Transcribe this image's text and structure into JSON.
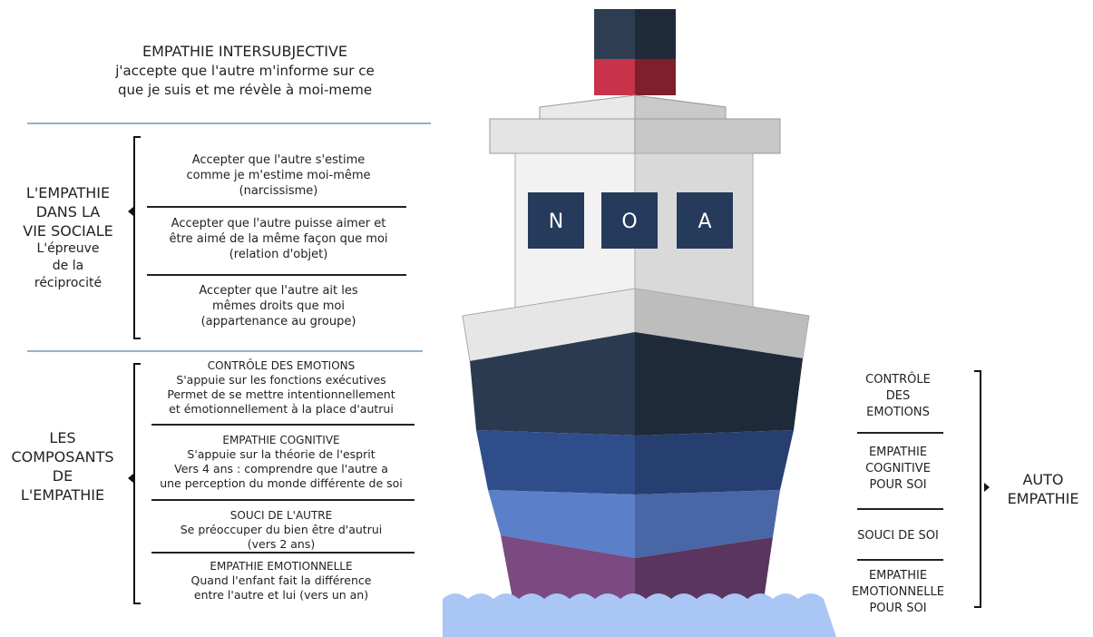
{
  "top": {
    "title": "EMPATHIE INTERSUBJECTIVE",
    "subtitle_line1": "j'accepte que l'autre m'informe sur ce",
    "subtitle_line2": "que je suis et me révèle à moi-meme"
  },
  "social": {
    "label_lines": [
      "L'EMPATHIE",
      "DANS LA",
      "VIE SOCIALE"
    ],
    "sub_lines": [
      "L'épreuve",
      "de la",
      "réciprocité"
    ],
    "items": [
      {
        "lines": [
          "Accepter que l'autre s'estime",
          "comme je m'estime moi-même",
          "(narcissisme)"
        ]
      },
      {
        "lines": [
          "Accepter que l'autre puisse aimer et",
          "être aimé de la même façon que moi",
          "(relation d'objet)"
        ]
      },
      {
        "lines": [
          "Accepter que l'autre ait les",
          "mêmes droits que moi",
          "(appartenance au groupe)"
        ]
      }
    ]
  },
  "components": {
    "label_lines": [
      "LES",
      "COMPOSANTS",
      "DE",
      "L'EMPATHIE"
    ],
    "items": [
      {
        "head": "CONTRÔLE DES EMOTIONS",
        "lines": [
          "S'appuie sur les fonctions exécutives",
          "Permet de se mettre intentionnellement",
          "et émotionnellement à la place d'autrui"
        ]
      },
      {
        "head": "EMPATHIE COGNITIVE",
        "lines": [
          "S'appuie sur la théorie de l'esprit",
          "Vers 4 ans : comprendre que l'autre a",
          "une perception du monde différente de soi"
        ]
      },
      {
        "head": "SOUCI DE L'AUTRE",
        "lines": [
          "Se préoccuper du bien être d'autrui",
          "(vers 2 ans)"
        ]
      },
      {
        "head": "EMPATHIE EMOTIONNELLE",
        "lines": [
          "Quand l'enfant fait la différence",
          "entre l'autre et lui (vers un an)"
        ]
      }
    ]
  },
  "ship": {
    "letters": [
      "N",
      "O",
      "A"
    ],
    "colors": {
      "funnel_dark": "#263447",
      "funnel_red": "#c8334a",
      "hull_navy": "#263447",
      "band_blue": "#2f4d8a",
      "band_light_blue": "#5b7fc8",
      "band_purple": "#7a4a80",
      "water": "#a9c6f5",
      "window": "#263a5c"
    }
  },
  "auto": {
    "items": [
      {
        "lines": [
          "CONTRÔLE",
          "DES",
          "EMOTIONS"
        ]
      },
      {
        "lines": [
          "EMPATHIE",
          "COGNITIVE",
          "POUR SOI"
        ]
      },
      {
        "lines": [
          "SOUCI DE SOI"
        ]
      },
      {
        "lines": [
          "EMPATHIE",
          "EMOTIONNELLE",
          "POUR SOI"
        ]
      }
    ],
    "label_lines": [
      "AUTO",
      "EMPATHIE"
    ]
  }
}
